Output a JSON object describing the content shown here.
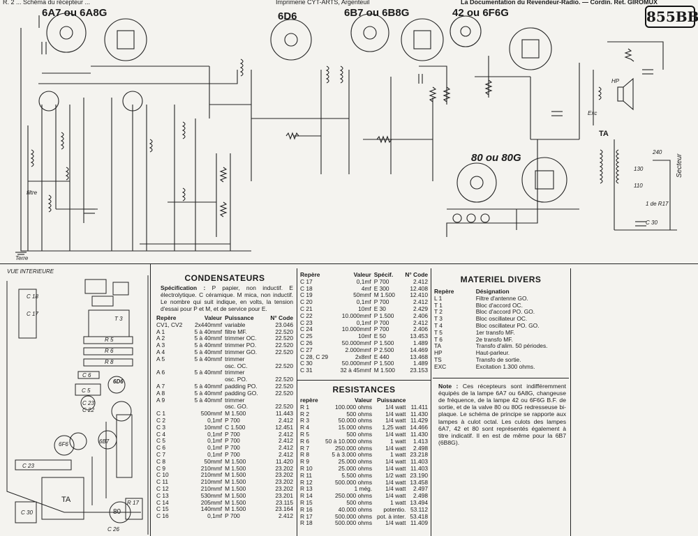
{
  "header": {
    "left": "R. 2 ... Schéma du récepteur ...",
    "center": "Imprimerie CYT-ARTS, Argenteuil",
    "right": "La Documentation du Revendeur-Radio. — Cordin. Ret. GIROMUX"
  },
  "code": "855BB",
  "tubes": {
    "t1": "6A7 ou 6A8G",
    "t2": "6D6",
    "t3": "6B7 ou 6B8G",
    "t4": "42 ou 6F6G",
    "t5": "80 ou 80G"
  },
  "schematic_labels": {
    "terre": "Terre",
    "filtre": "filtre",
    "ta": "TA",
    "secteur": "Secteur",
    "exc": "Exc",
    "hp": "HP",
    "v240": "240",
    "v130": "130",
    "v110": "110",
    "r17": "1 de R17",
    "c30": "C 30"
  },
  "layout_view": {
    "title": "VUE INTERIEURE",
    "labels": [
      "C 18",
      "C 17",
      "T 3",
      "R 5",
      "R 6",
      "R 8",
      "C 6",
      "C 5",
      "6D6",
      "C 23",
      "C 22",
      "6B7",
      "6F6",
      "C 23",
      "TA",
      "C 30",
      "80",
      "R 17",
      "C 26"
    ]
  },
  "condensateurs": {
    "title": "CONDENSATEURS",
    "spec_label": "Spécification :",
    "spec_text": "P papier, non inductif. E électrolytique. C céramique. M mica, non inductif. Le nombre qui suit indique, en volts, la tension d'essai pour P et M, et de service pour E.",
    "headers": [
      "Repère",
      "Valeur",
      "Puissance",
      "N° Code"
    ],
    "rows": [
      [
        "CV1, CV2",
        "2x440mmf",
        "variable",
        "23.046"
      ],
      [
        "A 1",
        "5 à 40mmf",
        "filtre MF.",
        "22.520"
      ],
      [
        "A 2",
        "5 à 40mmf",
        "trimmer OC.",
        "22.520"
      ],
      [
        "A 3",
        "5 à 40mmf",
        "trimmer PO.",
        "22.520"
      ],
      [
        "A 4",
        "5 à 40mmf",
        "trimmer GO.",
        "22.520"
      ],
      [
        "A 5",
        "5 à 40mmf",
        "trimmer",
        ""
      ],
      [
        "",
        "",
        "osc. OC.",
        "22.520"
      ],
      [
        "A 6",
        "5 à 40mmf",
        "trimmer",
        ""
      ],
      [
        "",
        "",
        "osc. PO.",
        "22.520"
      ],
      [
        "A 7",
        "5 à 40mmf",
        "padding PO.",
        "22.520"
      ],
      [
        "A 8",
        "5 à 40mmf",
        "padding GO.",
        "22.520"
      ],
      [
        "A 9",
        "5 à 40mmf",
        "trimmer",
        ""
      ],
      [
        "",
        "",
        "osc. GO.",
        "22.520"
      ],
      [
        "C 1",
        "500mmf",
        "M 1.500",
        "11.443"
      ],
      [
        "C 2",
        "0,1mf",
        "P 700",
        "2.412"
      ],
      [
        "C 3",
        "10mmf",
        "C 1.500",
        "12.451"
      ],
      [
        "C 4",
        "0,1mf",
        "P 700",
        "2.412"
      ],
      [
        "C 5",
        "0,1mf",
        "P 700",
        "2.412"
      ],
      [
        "C 6",
        "0,1mf",
        "P 700",
        "2.412"
      ],
      [
        "C 7",
        "0,1mf",
        "P 700",
        "2.412"
      ],
      [
        "C 8",
        "50mmf",
        "M 1.500",
        "11.420"
      ],
      [
        "C 9",
        "210mmf",
        "M 1.500",
        "23.202"
      ],
      [
        "C 10",
        "210mmf",
        "M 1.500",
        "23.202"
      ],
      [
        "C 11",
        "210mmf",
        "M 1.500",
        "23.202"
      ],
      [
        "C 12",
        "210mmf",
        "M 1.500",
        "23.202"
      ],
      [
        "C 13",
        "530mmf",
        "M 1.500",
        "23.201"
      ],
      [
        "C 14",
        "205mmf",
        "M 1.500",
        "23.115"
      ],
      [
        "C 15",
        "140mmf",
        "M 1.500",
        "23.164"
      ],
      [
        "C 16",
        "0,1mf",
        "P 700",
        "2.412"
      ]
    ],
    "rows2": [
      [
        "C 17",
        "0,1mf",
        "P 700",
        "2.412"
      ],
      [
        "C 18",
        "4mf",
        "E 300",
        "12.408"
      ],
      [
        "C 19",
        "50mmf",
        "M 1.500",
        "12.410"
      ],
      [
        "C 20",
        "0,1mf",
        "P 700",
        "2.412"
      ],
      [
        "C 21",
        "10mf",
        "E 30",
        "2.429"
      ],
      [
        "C 22",
        "10.000mmf",
        "P 1.500",
        "2.406"
      ],
      [
        "C 23",
        "0,1mf",
        "P 700",
        "2.412"
      ],
      [
        "C 24",
        "10.000mmf",
        "P 700",
        "2.406"
      ],
      [
        "C 25",
        "10mf",
        "E 50",
        "13.453"
      ],
      [
        "C 26",
        "50.000mmf",
        "P 1.500",
        "1.489"
      ],
      [
        "C 27",
        "2.000mmf",
        "P 2.500",
        "14.469"
      ],
      [
        "C 28, C 29",
        "2x8mf",
        "E 440",
        "13.468"
      ],
      [
        "C 30",
        "50.000mmf",
        "P 1.500",
        "1.489"
      ],
      [
        "C 31",
        "32 à 45mmf",
        "M 1.500",
        "23.153"
      ]
    ],
    "headers2": [
      "Repère",
      "Valeur",
      "Spécif.",
      "N° Code"
    ]
  },
  "resistances": {
    "title": "RESISTANCES",
    "headers": [
      "repère",
      "Valeur",
      "Puissance"
    ],
    "rows": [
      [
        "R 1",
        "100.000 ohms",
        "1/4 watt",
        "11.411"
      ],
      [
        "R 2",
        "500 ohms",
        "1/4 watt",
        "11.430"
      ],
      [
        "R 3",
        "50.000 ohms",
        "1/4 watt",
        "11.429"
      ],
      [
        "R 4",
        "15.000 ohms",
        "1,25 watt",
        "14.466"
      ],
      [
        "R 5",
        "500 ohms",
        "1/4 watt",
        "11.430"
      ],
      [
        "R 6",
        "50 à 10.000 ohms",
        "1 watt",
        "1.413"
      ],
      [
        "R 7",
        "250.000 ohms",
        "1/4 watt",
        "2.498"
      ],
      [
        "R 8",
        "5 à 3.000 ohms",
        "1 watt",
        "23.218"
      ],
      [
        "R 9",
        "25.000 ohms",
        "1/4 watt",
        "11.403"
      ],
      [
        "R 10",
        "25.000 ohms",
        "1/4 watt",
        "11.403"
      ],
      [
        "R 11",
        "5.500 ohms",
        "1/2 watt",
        "23.190"
      ],
      [
        "R 12",
        "500.000 ohms",
        "1/4 watt",
        "13.458"
      ],
      [
        "R 13",
        "1 még.",
        "1/4 watt",
        "2.497"
      ],
      [
        "R 14",
        "250.000 ohms",
        "1/4 watt",
        "2.498"
      ],
      [
        "R 15",
        "500 ohms",
        "1 watt",
        "13.494"
      ],
      [
        "R 16",
        "40.000 ohms",
        "potentio.",
        "53.112"
      ],
      [
        "R 17",
        "500.000 ohms",
        "pot. à inter.",
        "53.418"
      ],
      [
        "R 18",
        "500.000 ohms",
        "1/4 watt",
        "11.409"
      ]
    ]
  },
  "materiel": {
    "title": "MATERIEL DIVERS",
    "headers": [
      "Repère",
      "Désignation"
    ],
    "rows": [
      [
        "L 1",
        "Filtre d'antenne GO."
      ],
      [
        "T 1",
        "Bloc d'accord OC."
      ],
      [
        "T 2",
        "Bloc d'accord PO. GO."
      ],
      [
        "T 3",
        "Bloc oscillateur OC."
      ],
      [
        "T 4",
        "Bloc oscillateur PO. GO."
      ],
      [
        "T 5",
        "1er transfo MF."
      ],
      [
        "T 6",
        "2e transfo MF."
      ],
      [
        "TA",
        "Transfo d'alim. 50 périodes."
      ],
      [
        "HP",
        "Haut-parleur."
      ],
      [
        "TS",
        "Transfo de sortie."
      ],
      [
        "EXC",
        "Excitation 1.300 ohms."
      ]
    ],
    "note_label": "Note :",
    "note_text": "Ces récepteurs sont indifféremment équipés de la lampe 6A7 ou 6A8G, changeuse de fréquence, de la lampe 42 ou 6F6G B.F. de sortie, et de la valve 80 ou 80G redresseuse bi-plaque. Le schéma de principe se rapporte aux lampes à culot octal. Les culots des lampes 6A7, 42 et 80 sont représentés également à titre indicatif. Il en est de même pour la 6B7 (6B8G)."
  }
}
